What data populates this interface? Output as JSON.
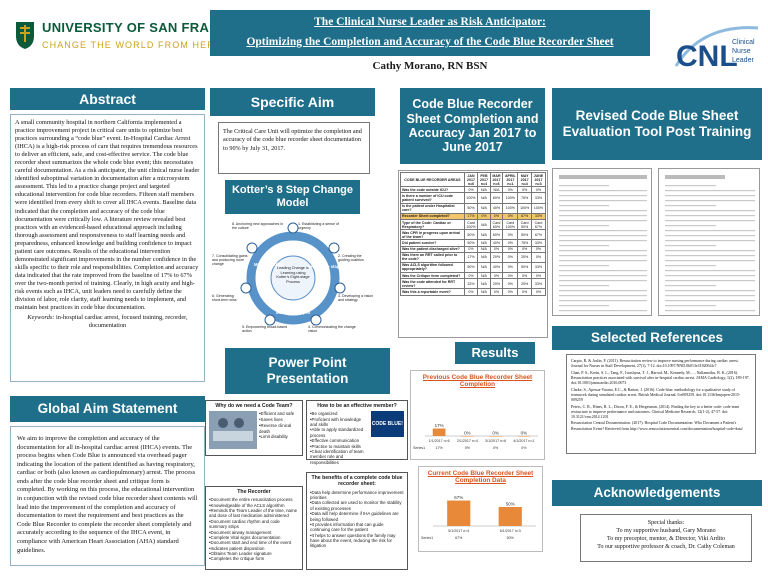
{
  "header": {
    "university_name": "UNIVERSITY OF SAN FRANCISCO",
    "university_tagline": "CHANGE THE WORLD FROM HERE",
    "title_line1": "The Clinical Nurse Leader as Risk Anticipator:",
    "title_line2": "Optimizing the Completion and Accuracy of the Code Blue Recorder Sheet",
    "author": "Cathy Morano, RN BSN",
    "cnl_logo_letters": "CNL",
    "cnl_logo_words": [
      "Clinical",
      "Nurse",
      "Leader"
    ]
  },
  "colors": {
    "banner": "#1f6f8b",
    "accent_orange": "#d9541e",
    "usf_green": "#0b5a3b",
    "usf_gold": "#caa31a"
  },
  "abstract": {
    "heading": "Abstract",
    "text": "A small community hospital in northern California implemented a practice improvement project in critical care units to optimize best practices surrounding a “code blue” event. In-Hospital Cardiac Arrest (IHCA) is a high-risk process of care that requires tremendous resources to deliver an efficient, safe, and cost-effective service. The code blue recorder sheet summarizes the whole code blue event; this necessitates careful documentation. As a risk anticipator, the unit clinical nurse leader identified suboptimal variation in documentation after a microsystem assessment. This led to a practice change project and targeted educational intervention for code blue recorders. Fifteen staff members were identified from every shift to cover all IHCA events. Baseline data indicated that the completion and accuracy of the code blue documentation were critically low. A literature review revealed best practices with an evidenced-based educational approach including thorough assessment and responsiveness to staff learning needs and preparedness, enhanced knowledge and building confidence to impact patient care outcomes. Results of the educational intervention demonstrated significant improvements in the number confidence in the skills specific to their role and responsibilities. Completion and accuracy data indicated that the rate improved from the baseline of 17% to 67% over the two-month period of training. Clearly, in high acuity and high-risk events such as IHCA, unit leaders need to carefully define the division of labor, role clarity, staff learning needs to implement, and maintain best practices in code blue documentation.",
    "keywords_label": "Keywords:",
    "keywords": "in-hospital cardiac arrest, focused training, recorder, documentation"
  },
  "global_aim": {
    "heading": "Global Aim Statement",
    "text": "We aim to improve the completion and accuracy of the documentation for all in-hospital cardiac arrest (IHCA) events. The process begins when Code Blue is announced via overhead pager indicating the location of the patient identified as having respiratory, cardiac or both (also known as cardiopulmonary) arrest. The process ends after the code blue recorder sheet and critique form is completed. By working on this process, the educational intervention in conjunction with the revised code blue recorder sheet contents will lead into the improvement of the completion and accuracy of documentation to meet the requirement and best practices as the Code Blue Recorder to complete the recorder sheet completely and accurately according to the sequence of the IHCA event, in compliance with American Heart Association (AHA) standard guidelines."
  },
  "specific_aim": {
    "heading": "Specific Aim",
    "text": "The Critical Care Unit will optimize the completion and accuracy of the code blue recorder sheet documentation to 90% by July 31, 2017."
  },
  "kotter": {
    "heading": "Kotter’s 8 Step Change Model",
    "center": "Leading Change in Learning using Kotter’s Eight-stage Process",
    "steps": [
      "1. Establishing a sense of urgency",
      "2. Creating the guiding coalition",
      "3. Developing a vision and strategy",
      "4. Communicating the change vision",
      "5. Empowering broad-based action",
      "6. Generating short-term wins",
      "7. Consolidating gains and producing more change",
      "8. Anchoring new approaches in the culture"
    ],
    "ring_labels": [
      "Setting the stage",
      "Making it happen",
      "Making it stick"
    ]
  },
  "code_blue_table": {
    "heading": "Code Blue Recorder Sheet Completion and Accuracy Jan 2017 to June 2017",
    "columns": [
      "CODE BLUE RECORDER AREAS",
      "JAN 2017 n=6",
      "FEB 2017 n=4",
      "MAR 2017 n=6",
      "APRIL 2017 n=1",
      "MAY 2017 n=4",
      "JUNE 2017 n=3"
    ],
    "rows": [
      [
        "Was the code outside ICU?",
        "0%",
        "N/A",
        "N/A",
        "0%",
        "0%",
        "0%"
      ],
      [
        "Is there a number of ICU code patient survived?",
        "100%",
        "N/A",
        "60%",
        "100%",
        "75%",
        "33%"
      ],
      [
        "Is the patient under Hospitalist care?",
        "50%",
        "N/A",
        "40%",
        "100%",
        "100%",
        "100%"
      ],
      [
        "Recorder Sheet completed?",
        "17%",
        "0%",
        "0%",
        "0%",
        "67%",
        "33%"
      ],
      [
        "Type of the Code: Cardiac or Respiratory?",
        "Card 100%",
        "N/A",
        "Card 60%",
        "Card 100%",
        "Card 50%",
        "Card 67%"
      ],
      [
        "Was CPR in progress upon arrival of the team?",
        "50%",
        "N/A",
        "60%",
        "0%",
        "50%",
        "67%"
      ],
      [
        "Did patient survive?",
        "50%",
        "N/A",
        "40%",
        "0%",
        "75%",
        "33%"
      ],
      [
        "Was the patient discharged alive?",
        "0%",
        "N/A",
        "0%",
        "0%",
        "0%",
        "0%"
      ],
      [
        "Was there an RRT called prior to the code?",
        "17%",
        "N/A",
        "20%",
        "0%",
        "25%",
        "0%"
      ],
      [
        "Was ACLS algorithm followed appropriately?",
        "50%",
        "N/A",
        "40%",
        "0%",
        "50%",
        "33%"
      ],
      [
        "Was the Critique form completed?",
        "0%",
        "N/A",
        "0%",
        "0%",
        "0%",
        "0%"
      ],
      [
        "Was the code attended for RRT review?",
        "33%",
        "N/A",
        "20%",
        "0%",
        "25%",
        "33%"
      ],
      [
        "Was this a reportable event?",
        "0%",
        "N/A",
        "0%",
        "0%",
        "0%",
        "0%"
      ]
    ],
    "highlight_row": 3
  },
  "revised_tool": {
    "heading": "Revised Code Blue Sheet Evaluation Tool Post Training"
  },
  "power_point": {
    "heading": "Power Point Presentation",
    "why_title": "Why do we need a Code Team?",
    "why_items": [
      "•Efficient and safe",
      "•Saves lives",
      "•Reverse clinical death",
      "•Limit disability"
    ],
    "effective_title": "How to be an effective member?",
    "effective_items": [
      "•Be organized",
      "•Proficient with knowledge and skills",
      "•Able to apply standardized process",
      "•Effective communication",
      "•Practice to maintain skills",
      "•Clear identification of team member role and responsibilities"
    ],
    "code_blue_graphic": "CODE BLUE!",
    "recorder_title": "The Recorder",
    "recorder_items": [
      "•Document the entire resuscitation process",
      "•Knowledgeable of the ACLS algorithm",
      "•Reminds the Team Leader of the time, name and dose of last medication administered",
      "•Document cardiac rhythm and code summary strips",
      "•Document airway management",
      "•Complete Vital signs documentation",
      "•Document start and end time of the event",
      "•Indicates patient disposition",
      "•Obtains Team Leader signature",
      "•Completes the critique form"
    ],
    "benefits_title": "The benefits of a complete code blue recorder sheet:",
    "benefits_items": [
      "•Data help determine performance improvement priorities",
      "•Data collected are used to monitor the stability of existing processes",
      "•Data will help determine if IHA guidelines are being followed",
      "•It provides information that can guide continuing care for the patient",
      "•It helps to answer questions the family may have about the event, reducing the risk for litigation"
    ]
  },
  "results": {
    "heading": "Results"
  },
  "chart_data": [
    {
      "type": "bar",
      "title": "Previous Code Blue Recorder Sheet Completion",
      "categories": [
        "1/1/2017 n=6",
        "2/1/2017 n=4",
        "3/1/2017 n=6",
        "4/1/2017 n=1"
      ],
      "series": [
        {
          "name": "Series1",
          "values": [
            17,
            0,
            0,
            0
          ]
        }
      ],
      "data_labels": [
        "17%",
        "0%",
        "0%",
        "0%"
      ],
      "ylim": [
        0,
        100
      ]
    },
    {
      "type": "bar",
      "title": "Current Code Blue Recorder Sheet Completion Data",
      "categories": [
        "5/1/2017 n=4",
        "6/1/2017 n=3"
      ],
      "series": [
        {
          "name": "Series1",
          "values": [
            67,
            50
          ]
        }
      ],
      "data_labels": [
        "67%",
        "50%"
      ],
      "ylim": [
        0,
        100
      ]
    }
  ],
  "references": {
    "heading": "Selected References",
    "items": [
      "Carpio, R. & Joslin, F. (2011). Resuscitation review to improve nursing performance during cardiac arrest. Journal for Nurses in Staff Development, 27(1), 7-12. doi:10.1097/NND.0b013e318206f4c7",
      "Chan, P. S., Krein, S. L., Tang, F., Iwashyna, T. J., Harrod, M., Kennedy, M., ... Nallamothu, B. K. (2016). Resuscitation practices associated with survival after in-hospital cardiac arrest. JAMA Cardiology, 1(2), 189-197. doi:10.1001/jamacardio.2016.0073",
      "Clarke, S., Apesoa-Varano, E.C., & Barton, J. (2016). Code blue: methodology for a qualitative study of teamwork during simulated cardiac arrest. British Medical Journal, 6:e009259. doi:10.1136/bmjopen-2015-009259",
      "Peters, C. R., Hines, R. L., Dixon, F. E., & Hergesman, (2014). Finding the key to a better code: code team restructure to improve performance and outcomes. Clinical Medicine Research, 12(1-2), 47-57. doi: 10.3121/cmr.2014.1201",
      "Resuscitation Central Documentation. (2017). Hospital Code Documentation: Who Document a Patient's Resuscitation Event? Retrieved from http://www.resuscitationcentral.com/documentation/hospital-code-data/"
    ]
  },
  "acknowledgements": {
    "heading": "Acknowledgements",
    "line1": "Special thanks:",
    "line2": "To my supportive husband, Gary Morano",
    "line3": "To my preceptor, mentor, & Director, Viki Ardito",
    "line4": "To our supportive professor & coach, Dr. Cathy Coleman"
  }
}
